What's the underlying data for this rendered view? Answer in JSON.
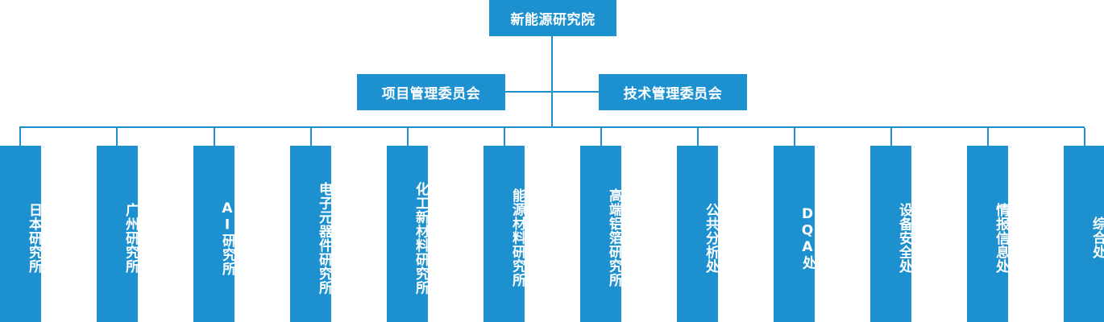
{
  "meta": {
    "type": "organization-chart",
    "accent_color": "#1d91d0",
    "text_color": "#ffffff",
    "background_color": "#ffffff",
    "orientation": "top-down",
    "leaf_text_direction": "vertical"
  },
  "root": {
    "label": "新能源研究院"
  },
  "committees": [
    {
      "label": "项目管理委员会"
    },
    {
      "label": "技术管理委员会"
    }
  ],
  "departments": [
    {
      "label": "日本研究所"
    },
    {
      "label": "广州研究所"
    },
    {
      "label": "AI研究所"
    },
    {
      "label": "电子元器件研究所"
    },
    {
      "label": "化工新材料研究所"
    },
    {
      "label": "能源材料研究所"
    },
    {
      "label": "高端铝箔研究所"
    },
    {
      "label": "公共分析处"
    },
    {
      "label": "DQA处"
    },
    {
      "label": "设备安全处"
    },
    {
      "label": "情报信息处"
    },
    {
      "label": "综合处"
    }
  ]
}
